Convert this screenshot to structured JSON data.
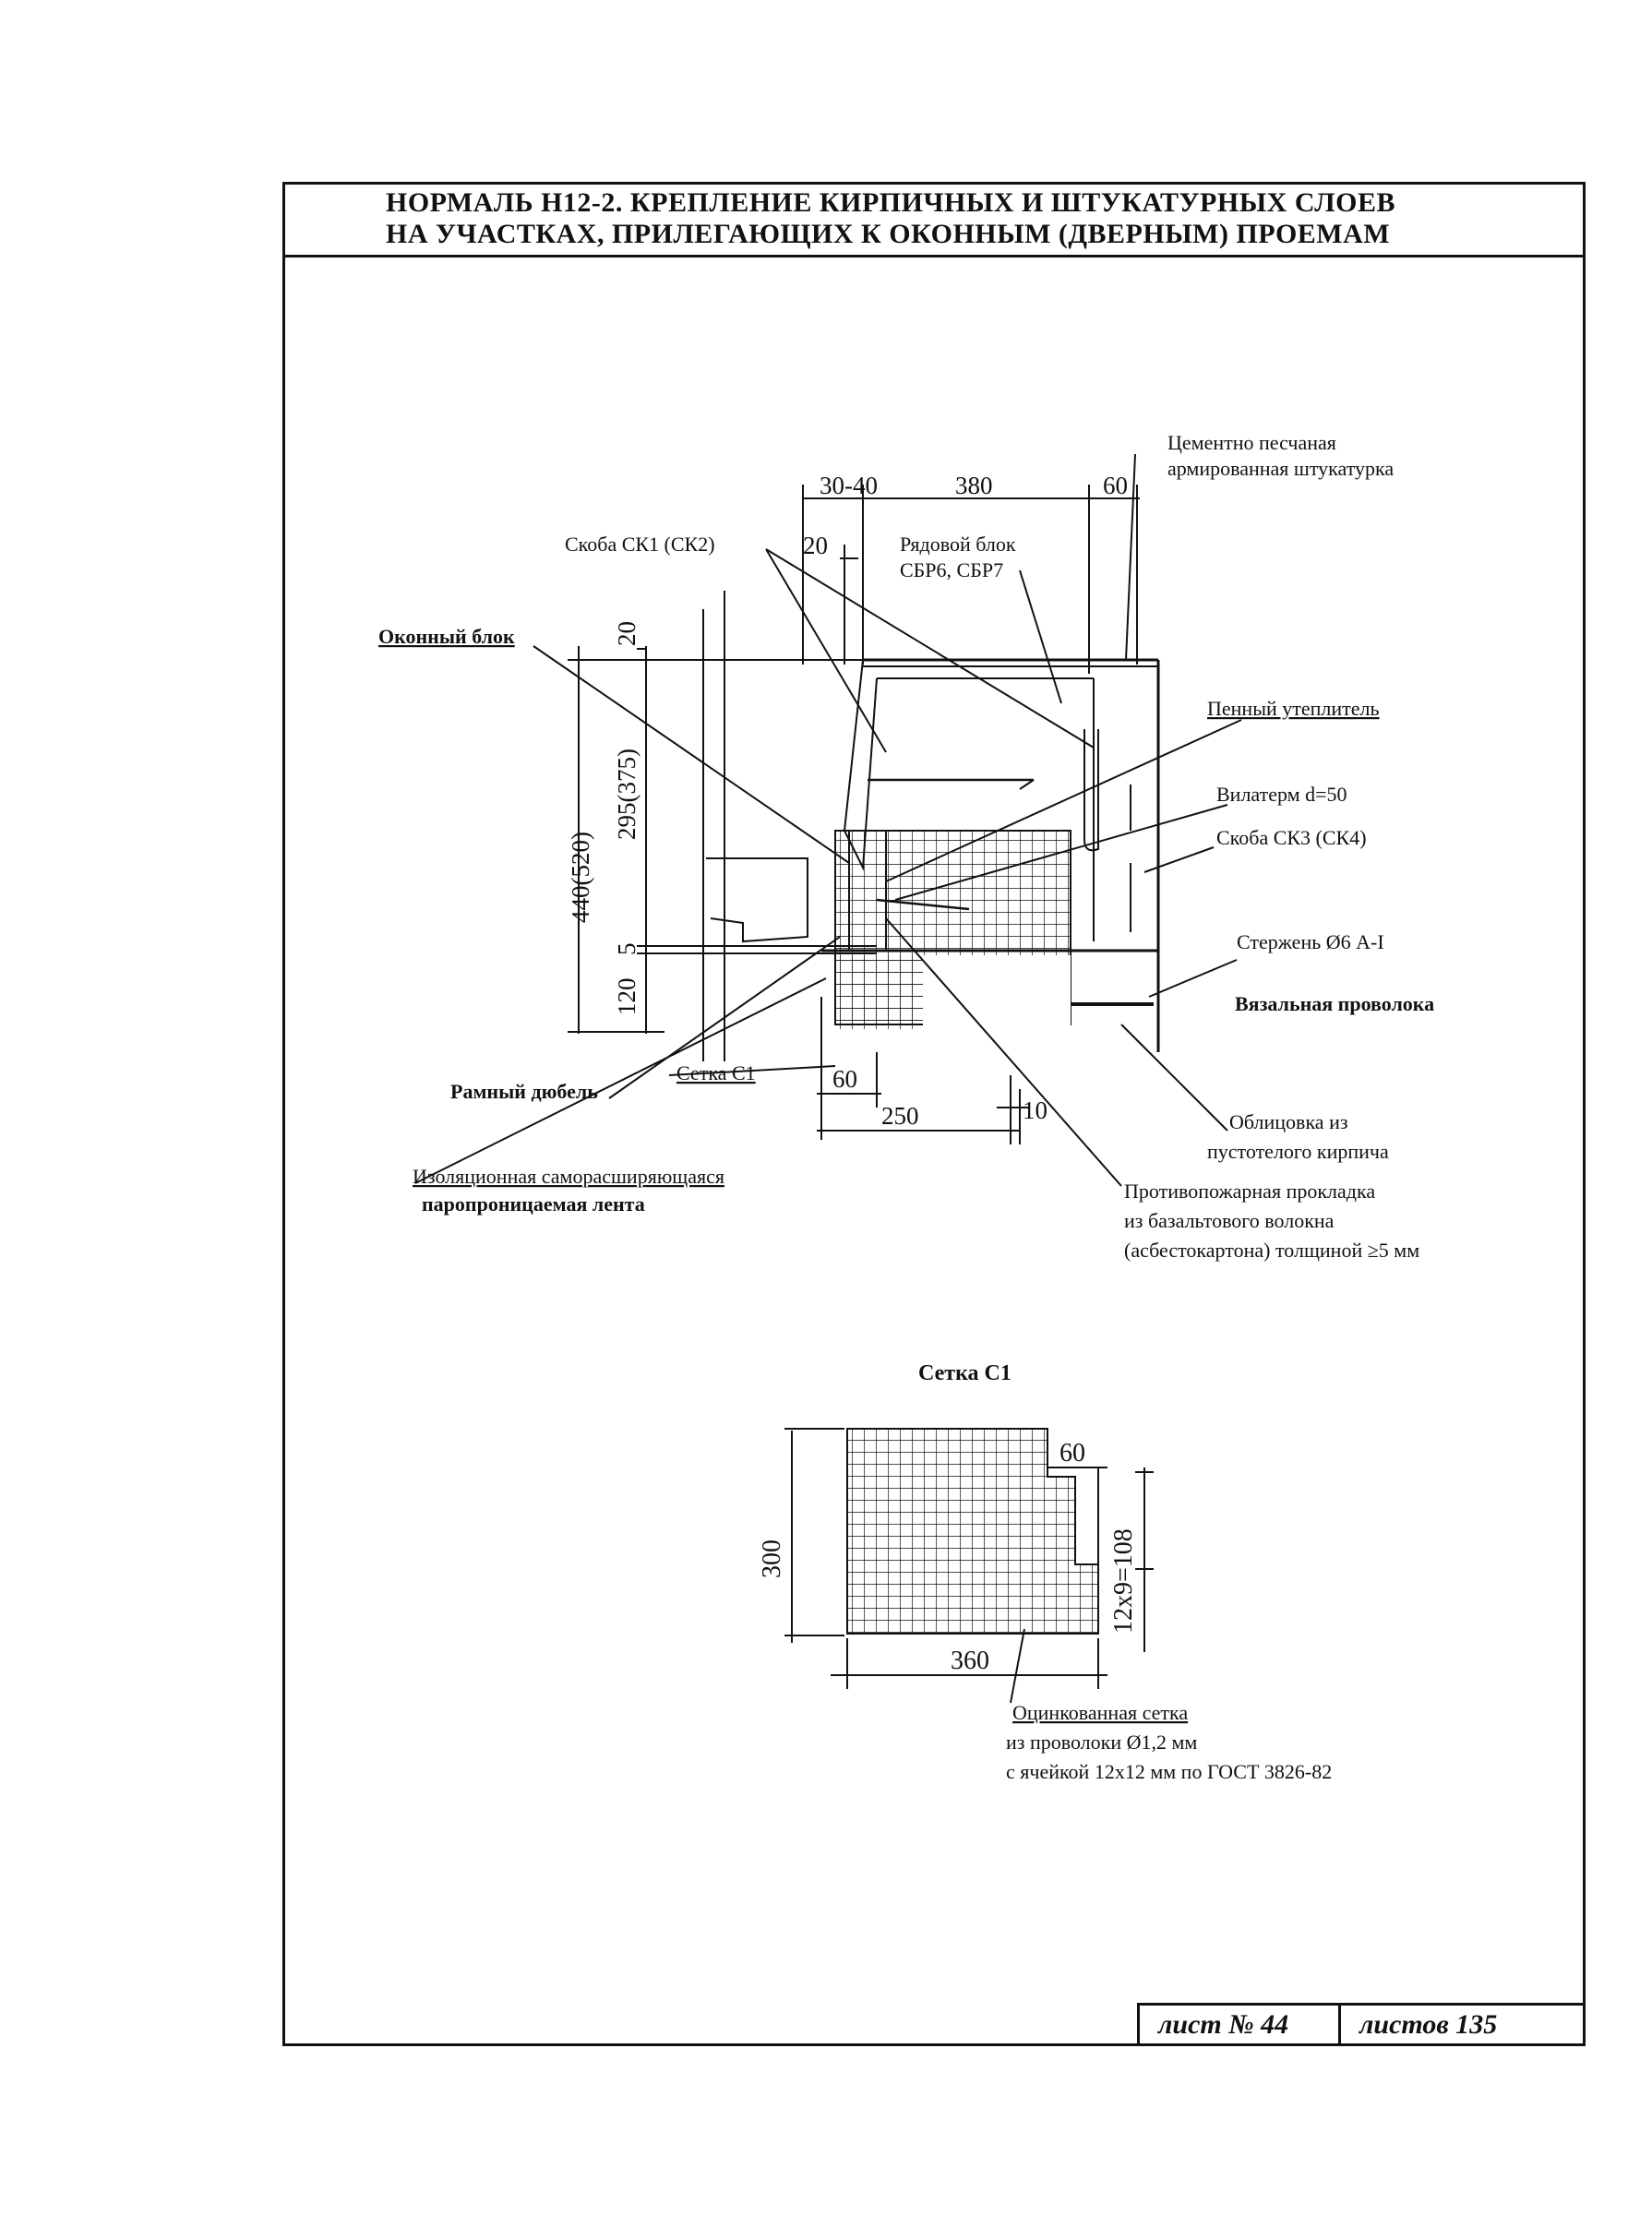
{
  "header": {
    "line1": "НОРМАЛЬ Н12-2. КРЕПЛЕНИЕ КИРПИЧНЫХ И ШТУКАТУРНЫХ СЛОЕВ",
    "line2": "НА УЧАСТКАХ, ПРИЛЕГАЮЩИХ К ОКОННЫМ (ДВЕРНЫМ) ПРОЕМАМ"
  },
  "section": {
    "labels": {
      "plaster_1": "Цементно песчаная",
      "plaster_2": "армированная штукатурка",
      "bracket_ck1": "Скоба СК1 (СК2)",
      "row_block_1": "Рядовой блок",
      "row_block_2": "СБР6, СБР7",
      "window_block": "Оконный блок",
      "foam_insulation": "Пенный утеплитель",
      "vilaterm": "Вилатерм d=50",
      "bracket_ck3": "Скоба СК3 (СК4)",
      "rod": "Стержень Ø6 А-I",
      "tie_wire": "Вязальная проволока",
      "frame_dowel": "Рамный дюбель",
      "mesh_c1": "Сетка С1",
      "facing_1": "Облицовка из",
      "facing_2": "пустотелого кирпича",
      "tape_1": "Изоляционная саморасширяющаяся",
      "tape_2": "паропроницаемая лента",
      "fire_1": "Противопожарная прокладка",
      "fire_2": "из базальтового волокна",
      "fire_3": "(асбестокартона) толщиной ≥5 мм"
    },
    "dims": {
      "d30_40": "30-40",
      "d380": "380",
      "d60_top": "60",
      "d20_top": "20",
      "d20_left": "20",
      "d440": "440(520)",
      "d295": "295(375)",
      "d5": "5",
      "d120": "120",
      "d60_bottom": "60",
      "d250": "250",
      "d10": "10"
    }
  },
  "mesh": {
    "title": "Сетка С1",
    "dims": {
      "d60": "60",
      "d300": "300",
      "d108": "12x9=108",
      "d360": "360"
    },
    "note_1": "Оцинкованная сетка",
    "note_2": "из проволоки Ø1,2 мм",
    "note_3": "с ячейкой 12х12 мм по ГОСТ 3826-82"
  },
  "stamp": {
    "sheet": "лист № 44",
    "sheets": "листов 135"
  }
}
